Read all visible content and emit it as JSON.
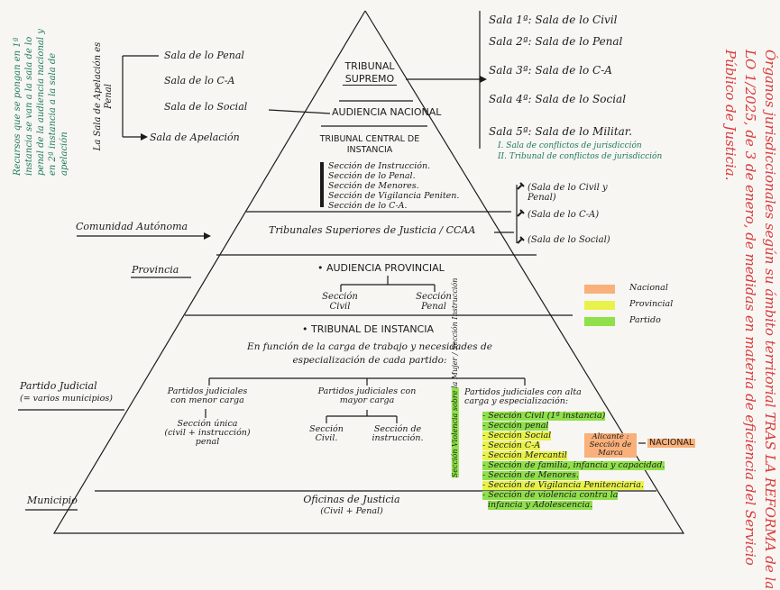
{
  "colors": {
    "ink": "#1b1b1b",
    "red": "#d93a3a",
    "teal": "#1f7a5c",
    "nacional": "#f9b07a",
    "provincial": "#e9f24a",
    "partido": "#8fe04a"
  },
  "title_vertical": "Órganos jurisdiccionales según su ámbito territorial TRAS LA REFORMA de la LO 1/2025, de 3 de enero, de medidas en materia de eficiencia del Servicio Público de Justicia.",
  "side_note": "Recursos que se pongan en 1ª instancia se van a la sala de lo penal de la audiencia nacional y en 2ª instancia a la sala de apelación",
  "tribunal_supremo": {
    "title_1": "TRIBUNAL",
    "title_2": "SUPREMO",
    "salas": [
      "Sala 1ª: Sala de lo Civil",
      "Sala 2ª: Sala de lo Penal",
      "Sala 3ª: Sala de lo C-A",
      "Sala 4ª: Sala de lo Social",
      "Sala 5ª: Sala de lo Militar."
    ],
    "especiales": [
      "I. Sala de conflictos de jurisdicción",
      "II. Tribunal de conflictos de jurisdicción"
    ]
  },
  "audiencia_nacional": {
    "title": "AUDIENCIA NACIONAL",
    "apelacion_group_label": "La Sala de Apelación es Penal",
    "salas": [
      "Sala de lo Penal",
      "Sala de lo C-A",
      "Sala de lo Social"
    ],
    "apelacion": "Sala de Apelación"
  },
  "tribunal_central": {
    "title_1": "TRIBUNAL CENTRAL DE",
    "title_2": "INSTANCIA",
    "secciones": [
      "Sección de Instrucción.",
      "Sección de lo Penal.",
      "Sección de Menores.",
      "Sección de Vigilancia Peniten.",
      "Sección de lo C-A."
    ]
  },
  "ccaa": {
    "row_label": "Comunidad Autónoma",
    "title": "Tribunales Superiores de Justicia / CCAA",
    "salas": [
      "(Sala de lo Civil y Penal)",
      "(Sala de lo C-A)",
      "(Sala de lo Social)"
    ]
  },
  "provincia": {
    "row_label": "Provincia",
    "title": "• AUDIENCIA PROVINCIAL",
    "seccion_civil_1": "Sección",
    "seccion_civil_2": "Civil",
    "seccion_penal_1": "Sección",
    "seccion_penal_2": "Penal"
  },
  "legend": [
    {
      "label": "Nacional"
    },
    {
      "label": "Provincial"
    },
    {
      "label": "Partido"
    }
  ],
  "partido": {
    "row_label_1": "Partido Judicial",
    "row_label_2": "(= varios municipios)",
    "title": "• TRIBUNAL DE INSTANCIA",
    "subtitle_1": "En función de la carga de trabajo y necesidades de",
    "subtitle_2": "especialización de cada partido:",
    "menor_1": "Partidos judiciales",
    "menor_2": "con menor carga",
    "menor_res_1": "Sección única",
    "menor_res_2": "(civil + instrucción)",
    "menor_res_3": "penal",
    "mayor_1": "Partidos judiciales con",
    "mayor_2": "mayor carga",
    "mayor_civil_1": "Sección",
    "mayor_civil_2": "Civil.",
    "mayor_instr_1": "Sección de",
    "mayor_instr_2": "instrucción.",
    "alta_1": "Partidos judiciales con alta",
    "alta_2": "carga y especialización:",
    "vertical_tags": "Sección Violencia sobre la Mujer / Sección Instrucción",
    "alta_list": [
      "- Sección Civil (1ª instancia)",
      "- Sección penal",
      "- Sección Social",
      "- Sección C-A",
      "- Sección Mercantil",
      "- Sección de familia, infancia y capacidad.",
      "- Sección de Menores.",
      "- Sección de Vigilancia Penitenciaria.",
      "- Sección de violencia contra la",
      "infancia y Adolescencia."
    ],
    "alicante_1": "Alicante :",
    "alicante_2": "Sección de",
    "alicante_3": "Marca",
    "nacional_tag": "NACIONAL"
  },
  "municipio": {
    "row_label": "Municipio",
    "title_1": "Oficinas de Justicia",
    "title_2": "(Civil + Penal)"
  }
}
